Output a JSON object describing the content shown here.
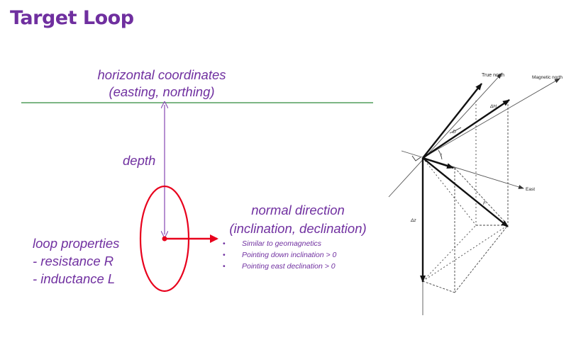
{
  "title": "Target Loop",
  "labels": {
    "coords_line1": "horizontal coordinates",
    "coords_line2": "(easting, northing)",
    "depth": "depth",
    "normal_line1": "normal direction",
    "normal_line2": "(inclination, declination)",
    "loop_props_title": "loop properties",
    "loop_prop_resistance": "- resistance R",
    "loop_prop_inductance": "- inductance L"
  },
  "bullets": [
    "Similar to geomagnetics",
    "Pointing down inclination > 0",
    "Pointing east declination > 0"
  ],
  "figure": {
    "true_north": "True north",
    "magnetic_north": "Magnetic north",
    "east": "East",
    "delta_h": "ΔH",
    "delta_z": "Δz",
    "d": "D",
    "i": "I",
    "f": "F"
  },
  "colors": {
    "title": "#6f2f9f",
    "text": "#7030a0",
    "surface_line": "#2e8b3a",
    "depth_arrow": "#8e55b8",
    "loop": "#e8001c"
  }
}
